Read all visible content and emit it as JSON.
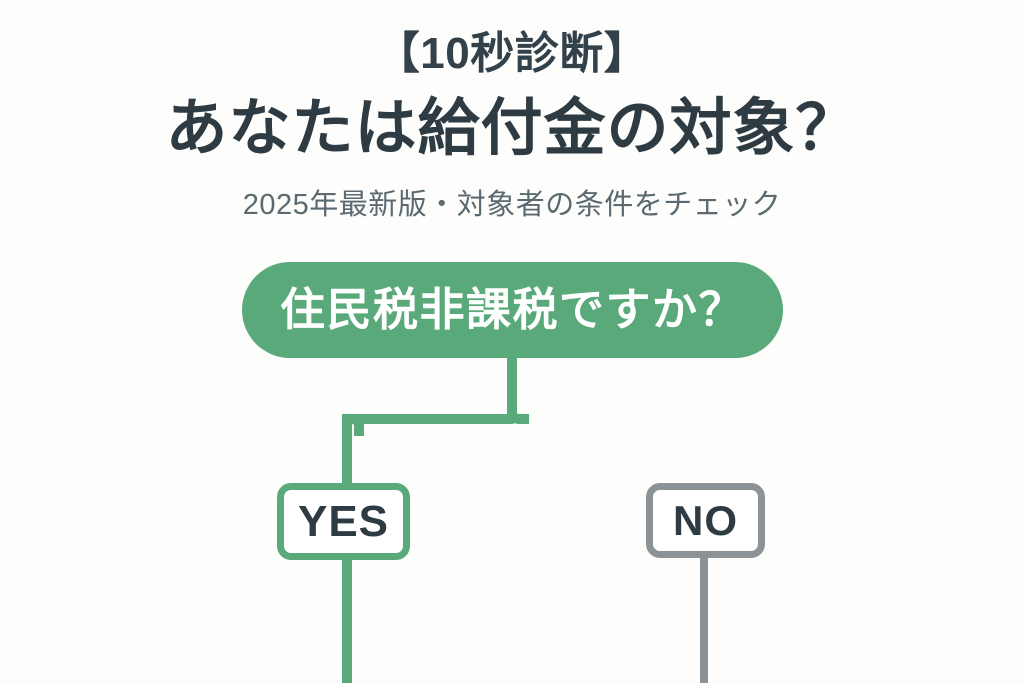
{
  "page": {
    "background_color": "#fdfdfc",
    "accent_green": "#5aa97a",
    "neutral_gray": "#8c9397",
    "text_dark": "#2e3b42",
    "text_muted": "#5b6a70"
  },
  "header": {
    "eyebrow": "【10秒診断】",
    "headline": "あなたは給付金の対象？",
    "subtitle": "2025年最新版・対象者の条件をチェック"
  },
  "flowchart": {
    "type": "decision-tree",
    "question": {
      "label": "住民税非課税ですか？",
      "shape": "pill",
      "fill_color": "#5aa97a",
      "text_color": "#ffffff"
    },
    "branches": [
      {
        "label": "YES",
        "border_color": "#5aa97a",
        "connector_color": "#5aa97a",
        "position": "left"
      },
      {
        "label": "NO",
        "border_color": "#8c9397",
        "connector_color": "#8c9397",
        "position": "right"
      }
    ]
  }
}
